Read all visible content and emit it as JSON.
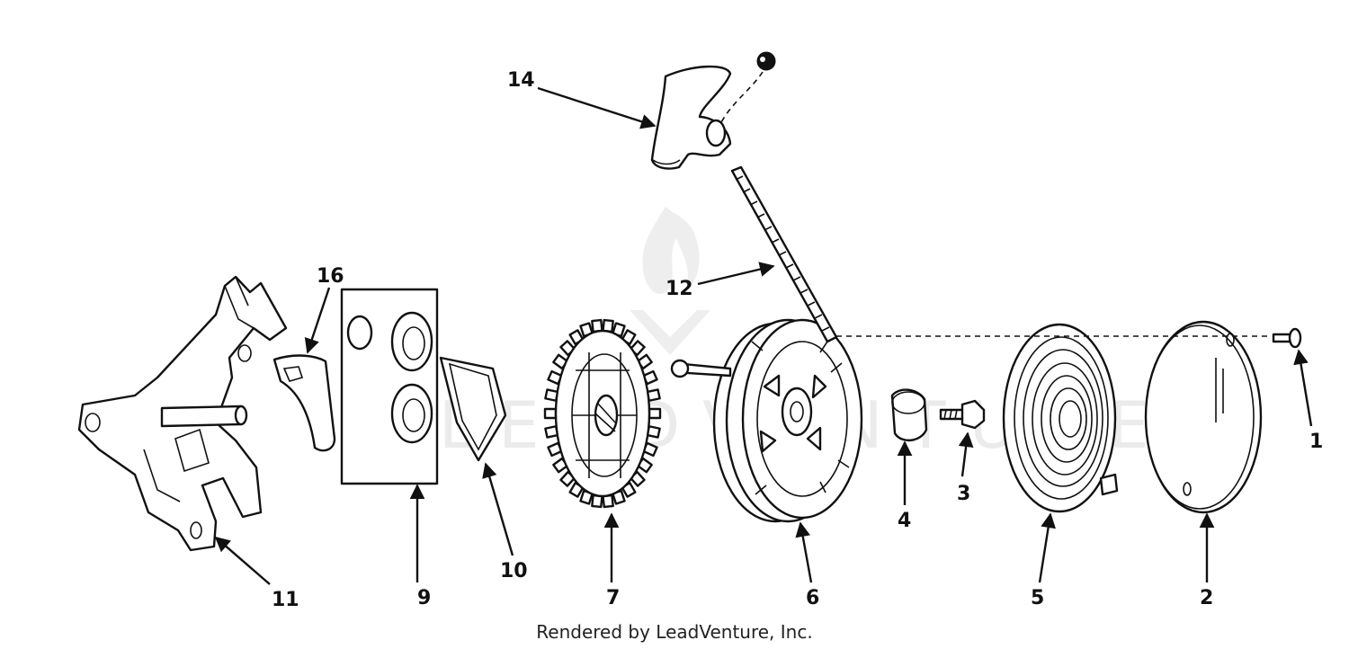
{
  "watermark": "LEADVENTURE",
  "credit": "Rendered by LeadVenture, Inc.",
  "callouts": {
    "c1": "1",
    "c2": "2",
    "c3": "3",
    "c4": "4",
    "c5": "5",
    "c6": "6",
    "c7": "7",
    "c9": "9",
    "c10": "10",
    "c11": "11",
    "c12": "12",
    "c14": "14",
    "c16": "16"
  }
}
